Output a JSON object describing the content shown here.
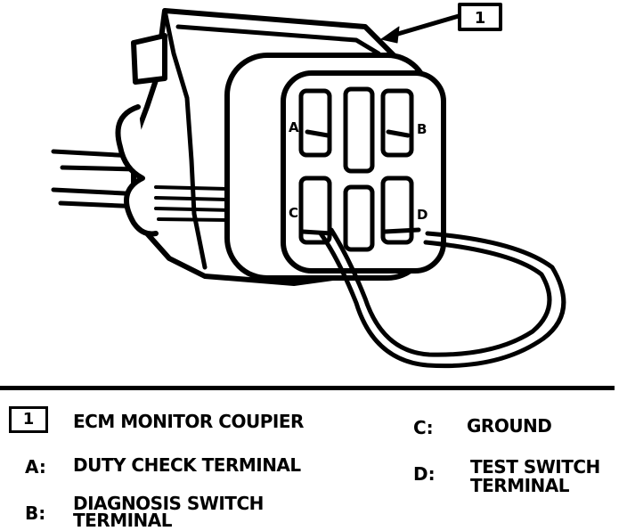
{
  "callout": {
    "number": "1"
  },
  "terminal_letters": {
    "a": "A",
    "b": "B",
    "c": "C",
    "d": "D"
  },
  "legend": {
    "item1": {
      "key": "1",
      "text": "ECM MONITOR COUPIER"
    },
    "a": {
      "key": "A:",
      "text": "DUTY CHECK TERMINAL"
    },
    "b": {
      "key": "B:",
      "line1": "DIAGNOSIS SWITCH",
      "line2": "TERMINAL"
    },
    "c": {
      "key": "C:",
      "text": "GROUND"
    },
    "d": {
      "key": "D:",
      "line1": "TEST SWITCH",
      "line2": "TERMINAL"
    }
  }
}
